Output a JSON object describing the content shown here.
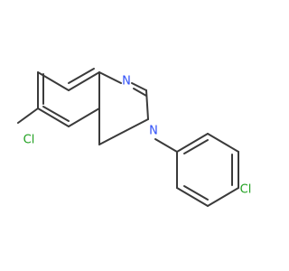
{
  "molecule": {
    "atoms": {
      "n1": "N",
      "n3": "N",
      "cl6": "Cl",
      "cl_para": "Cl"
    },
    "colors": {
      "nitrogen": "#3050F8",
      "chlorine": "#1FA01F",
      "bond": "#3a3a3a"
    }
  }
}
